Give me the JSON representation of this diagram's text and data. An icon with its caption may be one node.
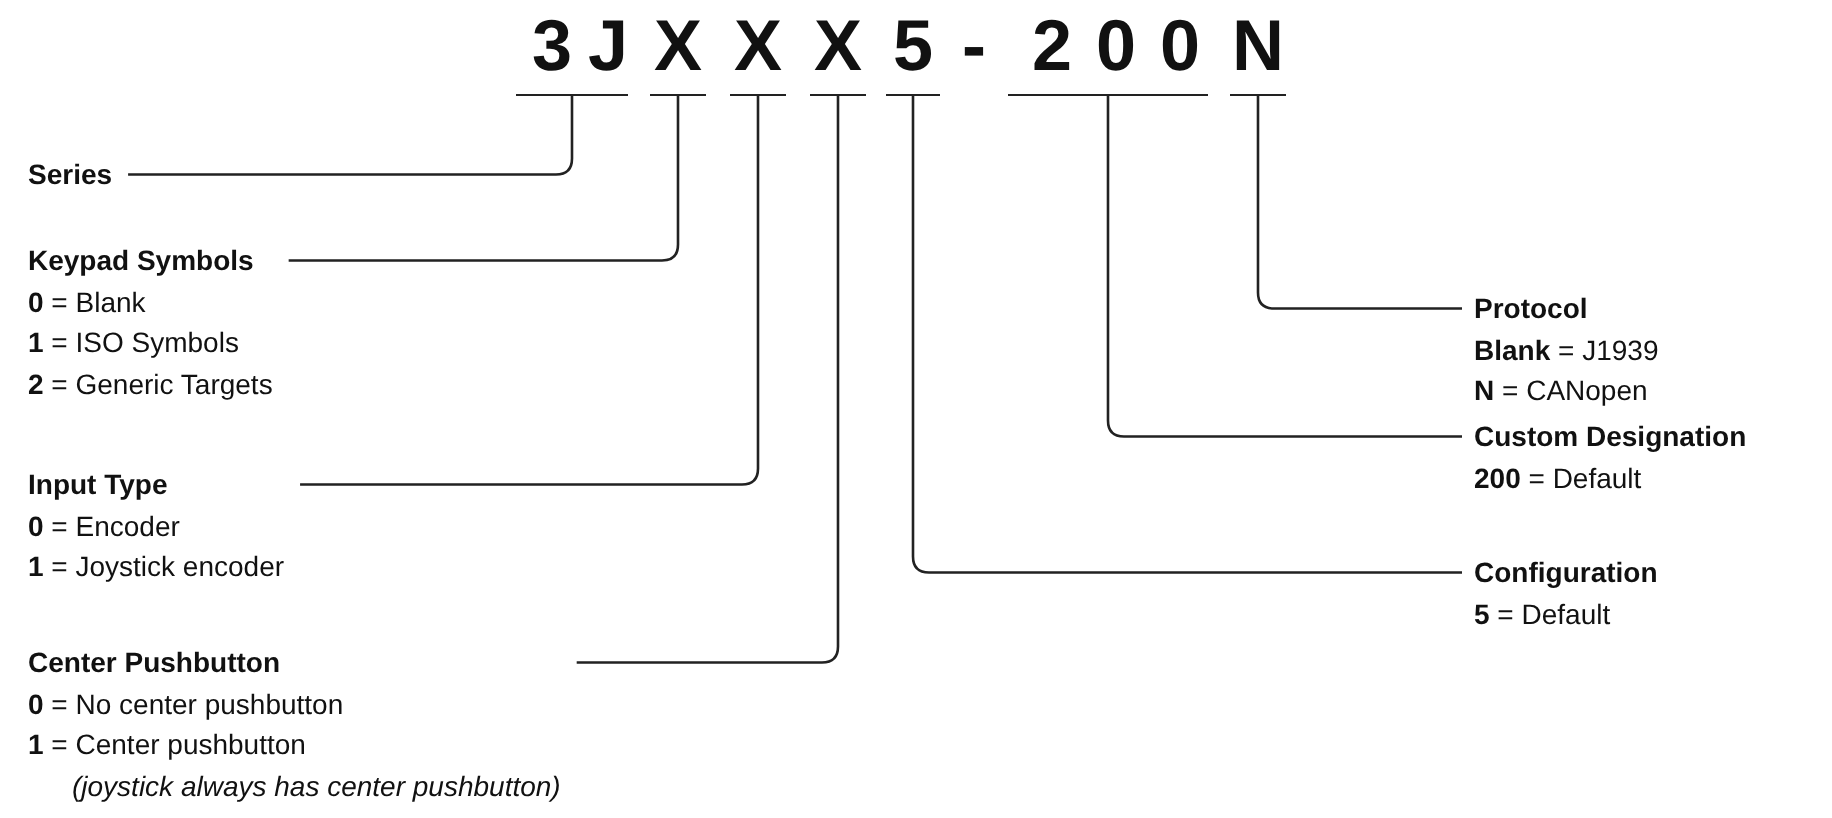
{
  "diagram": {
    "nodes": [
      {
        "text": [
          "3J"
        ]
      },
      {
        "text": [
          "X"
        ]
      },
      {
        "text": [
          "X"
        ]
      },
      {
        "text": [
          "X"
        ]
      },
      {
        "text": [
          "5"
        ]
      },
      {
        "text": [
          "200"
        ]
      },
      {
        "text": [
          "N"
        ]
      },
      {
        "text": [
          "Series"
        ]
      },
      {
        "text": [
          "Protocol",
          "**Blank** = J1939",
          "**N** = CANopen"
        ]
      },
      {
        "text": [
          "Keypad Symbols",
          "**0** = Blank",
          "**1** = ISO Symbols",
          "**2** = Generic Targets"
        ]
      },
      {
        "text": [
          "Custom Designation",
          "**200** = Default"
        ]
      },
      {
        "text": [
          "Input Type",
          "**0** = Encoder",
          "**1** = Joystick encoder"
        ]
      },
      {
        "text": [
          "Configuration",
          "**5** = Default"
        ]
      },
      {
        "text": [
          "Center Pushbutton",
          "**0** = No center pushbutton",
          "**1** =  Center pushbutton *(joystick always has center pushbutton)*"
        ]
      }
    ],
    "edges": [
      {
        "from": 0,
        "to": 7,
        "arrow": "none"
      },
      {
        "from": 1,
        "to": 9,
        "arrow": "none"
      },
      {
        "from": 2,
        "to": 11,
        "arrow": "none"
      },
      {
        "from": 3,
        "to": 13,
        "arrow": "none"
      },
      {
        "from": 4,
        "to": 12,
        "arrow": "none"
      },
      {
        "from": 5,
        "to": 10,
        "arrow": "none"
      },
      {
        "from": 6,
        "to": 8,
        "arrow": "none"
      }
    ],
    "labels": [
      "-"
    ]
  }
}
